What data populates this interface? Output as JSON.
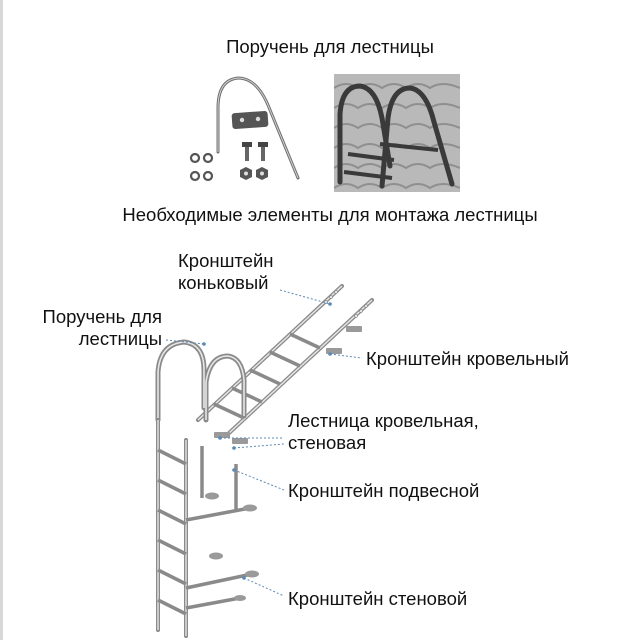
{
  "header": {
    "title": "Поручень для лестницы"
  },
  "section": {
    "title": "Необходимые элементы для монтажа лестницы"
  },
  "callouts": {
    "ridge_bracket": [
      "Кронштейн",
      "коньковый"
    ],
    "handrail": [
      "Поручень для",
      "лестницы"
    ],
    "roof_bracket": "Кронштейн кровельный",
    "ladder": [
      "Лестница кровельная,",
      "стеновая"
    ],
    "hanging_bracket": "Кронштейн подвесной",
    "wall_bracket": "Кронштейн стеновой"
  },
  "colors": {
    "text": "#111111",
    "line": "#8a8a8a",
    "leader": "#5a8ab8",
    "photo_bg": "#b9b9b9",
    "metal_dark": "#3a3a3a"
  }
}
